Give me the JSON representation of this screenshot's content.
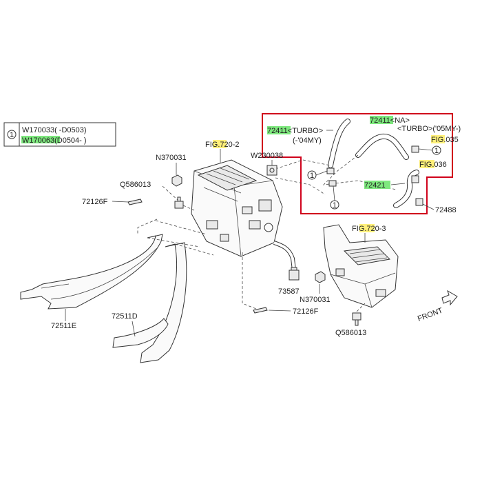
{
  "legend": {
    "symbol": "1",
    "rows": [
      "W170033(  -D0503)",
      "W170063(D0504-  )"
    ],
    "colors": {
      "green": "#7ee87e",
      "yellow": "#fff07a",
      "box": "#d0021b"
    }
  },
  "labels": {
    "n370031_top": "N370031",
    "w230038": "W230038",
    "fig720_2": "FIG.720-2",
    "q586013_top": "Q586013",
    "p72126f_left": "72126F",
    "p72511e": "72511E",
    "p72511d": "72511D",
    "p73587": "73587",
    "n370031_bot": "N370031",
    "p72126f_bot": "72126F",
    "fig720_3": "FIG.720-3",
    "q586013_bot": "Q586013",
    "front": "FRONT",
    "p72411_turbo": "72411<TURBO>",
    "turbo_years": "(-'04MY)",
    "p72411_na": "72411<NA>",
    "na_years": "<TURBO>('05MY-)",
    "fig035": "FIG.035",
    "fig036": "FIG.036",
    "p72421": "72421",
    "p72488": "72488",
    "circle_1": "1"
  }
}
